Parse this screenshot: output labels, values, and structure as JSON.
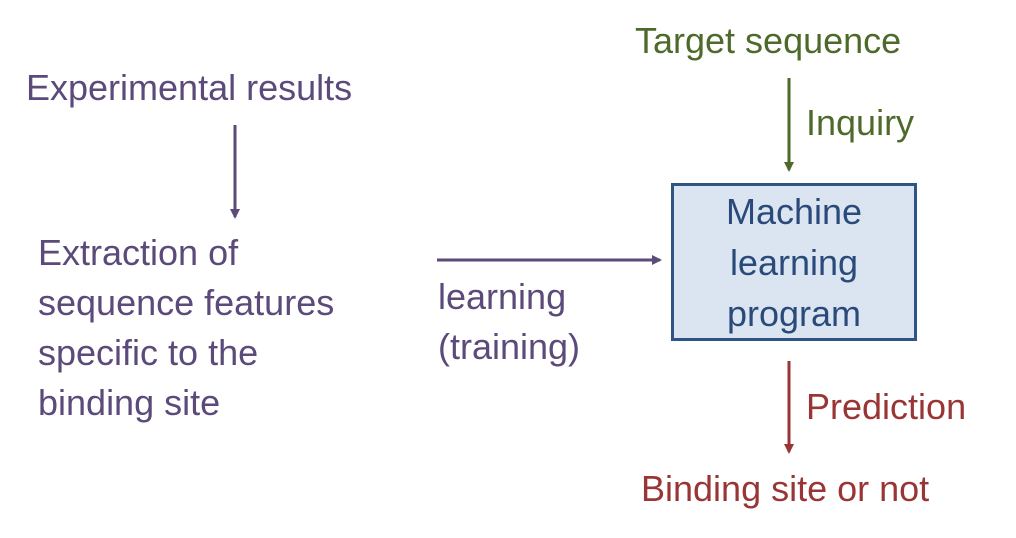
{
  "nodes": {
    "experimental_results": "Experimental results",
    "extraction": "Extraction of\nsequence features\nspecific to the\nbinding site",
    "learning": "learning\n(training)",
    "target_sequence": "Target sequence",
    "inquiry": "Inquiry",
    "machine_learning_program": "Machine\nlearning\nprogram",
    "prediction": "Prediction",
    "binding_site_or_not": "Binding site or not"
  },
  "colors": {
    "purple": "#5b4a7a",
    "green": "#4e6a2b",
    "red": "#9a3535",
    "box_fill": "#dbe5f1",
    "box_border": "#2f5383"
  }
}
